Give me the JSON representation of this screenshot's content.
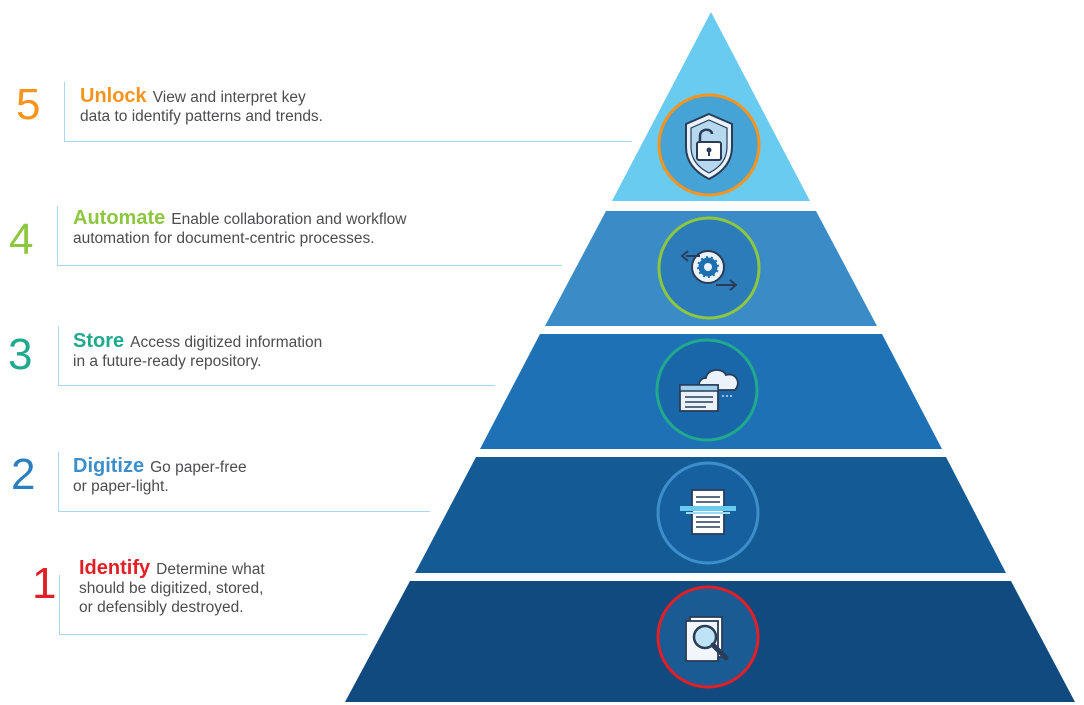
{
  "colors": {
    "tier5": "#69cbf0",
    "tier4": "#3a8bc6",
    "tier3": "#1f71b5",
    "tier2": "#145a94",
    "tier1": "#104a7e",
    "unlock": "#f7941d",
    "automate": "#8dc63f",
    "store": "#20a98c",
    "digitize": "#3d8fcb",
    "identify": "#e21f26"
  },
  "steps": [
    {
      "number": "5",
      "title": "Unlock",
      "line1": "View and interpret key",
      "line2": "data to identify patterns and trends.",
      "line3": "",
      "icon": "shield-lock-icon",
      "color": "#f7941d"
    },
    {
      "number": "4",
      "title": "Automate",
      "line1": "Enable collaboration and workflow",
      "line2": "automation for document-centric processes.",
      "line3": "",
      "icon": "gear-workflow-icon",
      "color": "#8dc63f"
    },
    {
      "number": "3",
      "title": "Store",
      "line1": "Access digitized information",
      "line2": "in a future-ready repository.",
      "line3": "",
      "icon": "cloud-repository-icon",
      "color": "#20a98c"
    },
    {
      "number": "2",
      "title": "Digitize",
      "line1": "Go paper-free",
      "line2": "or paper-light.",
      "line3": "",
      "icon": "scanner-document-icon",
      "color": "#3d8fcb"
    },
    {
      "number": "1",
      "title": "Identify",
      "line1": "Determine what",
      "line2": "should be digitized, stored,",
      "line3": "or defensibly destroyed.",
      "icon": "magnifier-document-icon",
      "color": "#e21f26"
    }
  ]
}
